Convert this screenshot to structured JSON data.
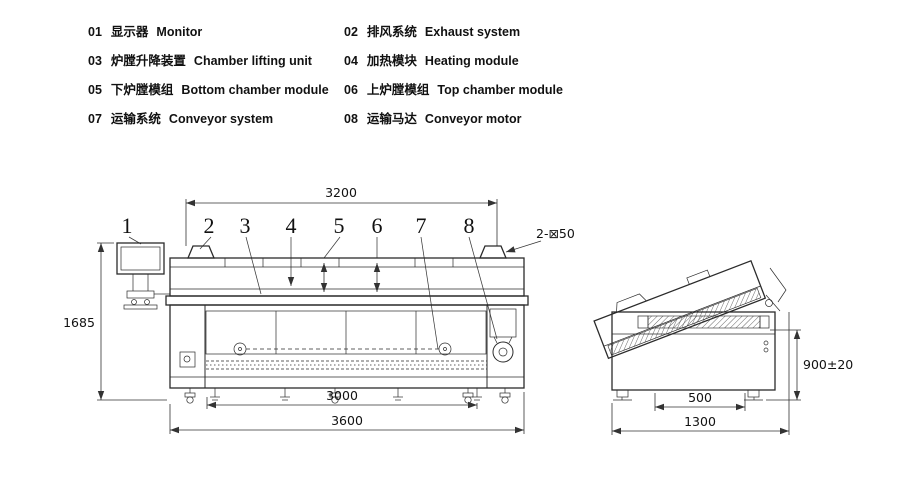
{
  "legend": {
    "items": [
      {
        "num": "01",
        "zh": "显示器",
        "en": "Monitor"
      },
      {
        "num": "02",
        "zh": "排风系统",
        "en": "Exhaust system"
      },
      {
        "num": "03",
        "zh": "炉膛升降装置",
        "en": "Chamber lifting unit"
      },
      {
        "num": "04",
        "zh": "加热模块",
        "en": "Heating module"
      },
      {
        "num": "05",
        "zh": "下炉膛模组",
        "en": "Bottom chamber module"
      },
      {
        "num": "06",
        "zh": "上炉膛模组",
        "en": "Top chamber module"
      },
      {
        "num": "07",
        "zh": "运输系统",
        "en": "Conveyor system"
      },
      {
        "num": "08",
        "zh": "运输马达",
        "en": "Conveyor motor"
      }
    ]
  },
  "front_view": {
    "part_numbers": [
      "1",
      "2",
      "3",
      "4",
      "5",
      "6",
      "7",
      "8"
    ],
    "dim_top": "3200",
    "dim_height": "1685",
    "dim_inner_bottom": "3000",
    "dim_total_bottom": "3600",
    "exhaust_note": "2-⊠50"
  },
  "side_view": {
    "dim_height": "900±20",
    "dim_inner_width": "500",
    "dim_total_width": "1300"
  }
}
